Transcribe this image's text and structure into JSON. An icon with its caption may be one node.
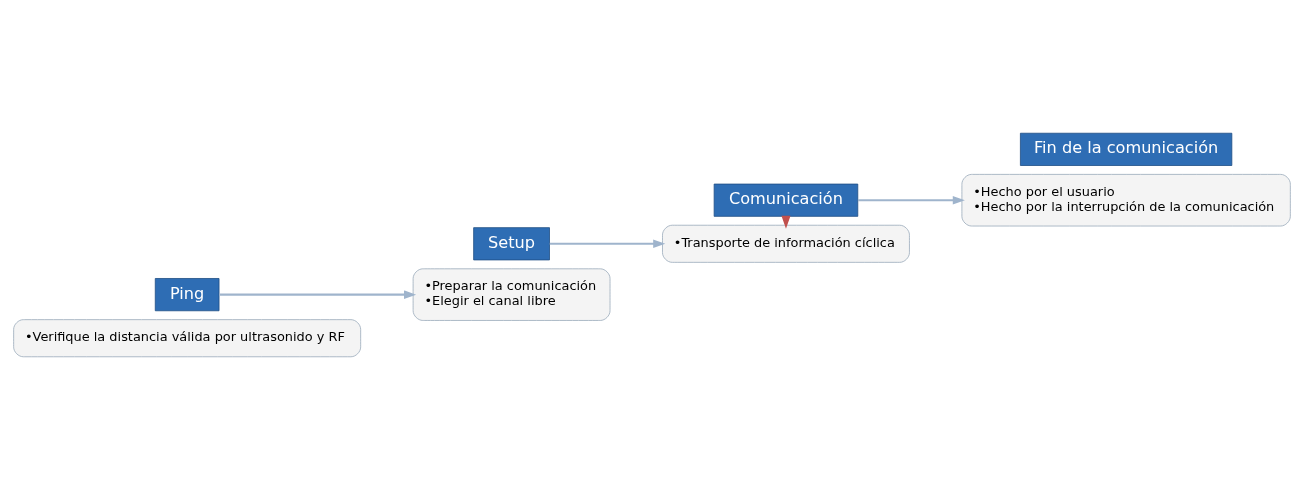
{
  "diagram": {
    "nodes": [
      {
        "text": [
          "•Verifique la distancia válida por ultrasonido y RF"
        ]
      },
      {
        "text": [
          "Ping"
        ]
      },
      {
        "text": [
          "Setup"
        ]
      },
      {
        "text": [
          "•Preparar la comunicación",
          "•Elegir el canal libre"
        ]
      },
      {
        "text": [
          "•Transporte de información cíclica"
        ]
      },
      {
        "text": [
          "Comunicación"
        ]
      },
      {
        "text": [
          "Fin de la comunicación"
        ]
      },
      {
        "text": [
          "•Hecho por el usuario",
          "•Hecho por la interrupción de la comunicación"
        ]
      }
    ],
    "edges": [
      {
        "from": 1,
        "to": 3,
        "arrow": "to"
      },
      {
        "from": 2,
        "to": 4,
        "arrow": "to"
      },
      {
        "from": 5,
        "to": 4,
        "arrow": "to",
        "style": "thick",
        "color": "#c0504d"
      },
      {
        "from": 5,
        "to": 7,
        "arrow": "to"
      }
    ]
  }
}
